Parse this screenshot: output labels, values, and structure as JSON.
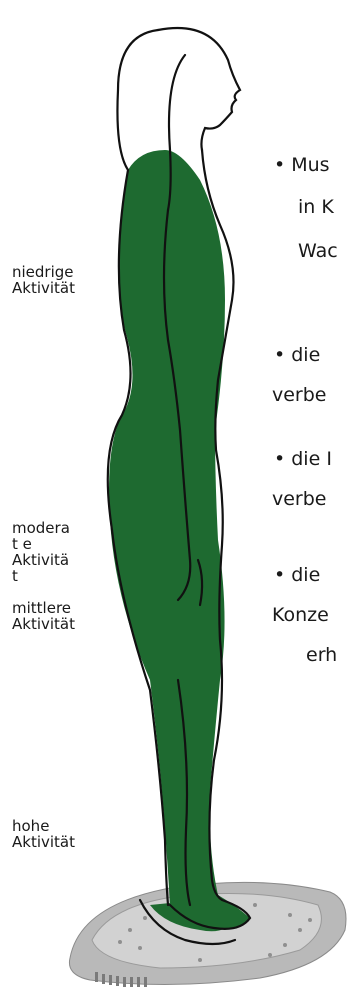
{
  "activity_levels": [
    {
      "name": "niedrige",
      "word": "Aktivität"
    },
    {
      "name": "moderat e",
      "word": "Aktivität"
    },
    {
      "name": "mittlere",
      "word": "Aktivität"
    },
    {
      "name": "hohe",
      "word": "Aktivität"
    }
  ],
  "benefits": [
    {
      "lines": [
        "• Mus",
        "in K",
        "Wac"
      ]
    },
    {
      "lines": [
        "• die",
        "verbe"
      ]
    },
    {
      "lines": [
        "• die I",
        "verbe"
      ]
    },
    {
      "lines": [
        "• die",
        "Konze",
        "erh"
      ]
    }
  ],
  "colors": {
    "low": "#e2ec9a",
    "moderate": "#c0d850",
    "medium": "#55a83c",
    "high": "#1e6a30",
    "board": "#c2c2c2",
    "outline": "#111111"
  }
}
